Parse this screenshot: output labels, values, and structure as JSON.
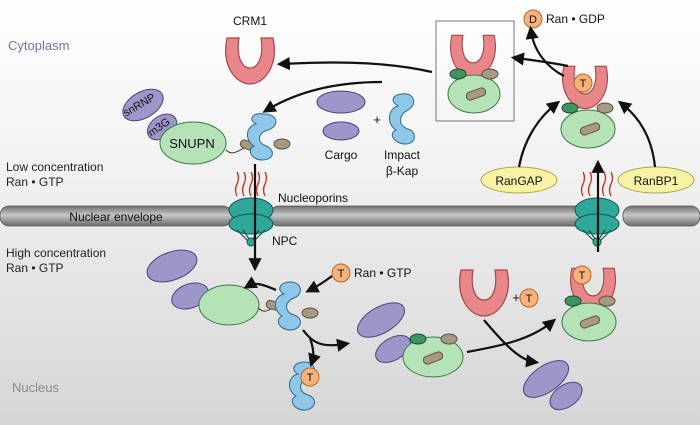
{
  "regions": {
    "cytoplasm": "Cytoplasm",
    "nucleus": "Nucleus",
    "low_concentration_line1": "Low concentration",
    "low_concentration_line2": "Ran • GTP",
    "high_concentration_line1": "High concentration",
    "high_concentration_line2": "Ran • GTP",
    "nuclear_envelope": "Nuclear envelope",
    "nucleoporins": "Nucleoporins",
    "npc": "NPC"
  },
  "proteins": {
    "crm1": "CRM1",
    "snrnp": "snRNP",
    "m3g": "m3G",
    "snupn": "SNUPN",
    "cargo": "Cargo",
    "plus_sign": "+",
    "impact_line1": "Impact",
    "impact_line2": "β-Kap",
    "rangap": "RanGAP",
    "ranbp1": "RanBP1",
    "ran_gdp": "Ran • GDP",
    "ran_gtp": "Ran • GTP",
    "d_token": "D",
    "t_token": "T"
  },
  "colors": {
    "cytoplasm_label": "#7b6fa8",
    "nucleus_label": "#8a8a8a",
    "crm1_red": "#e8868a",
    "green_body": "#b6e2b8",
    "purple_protein": "#9d97c9",
    "blue_importin": "#8fc7e8",
    "orange_token": "#f6b27a",
    "yellow_label": "#f7f2a4",
    "membrane_gray": "#8f8f8f"
  }
}
